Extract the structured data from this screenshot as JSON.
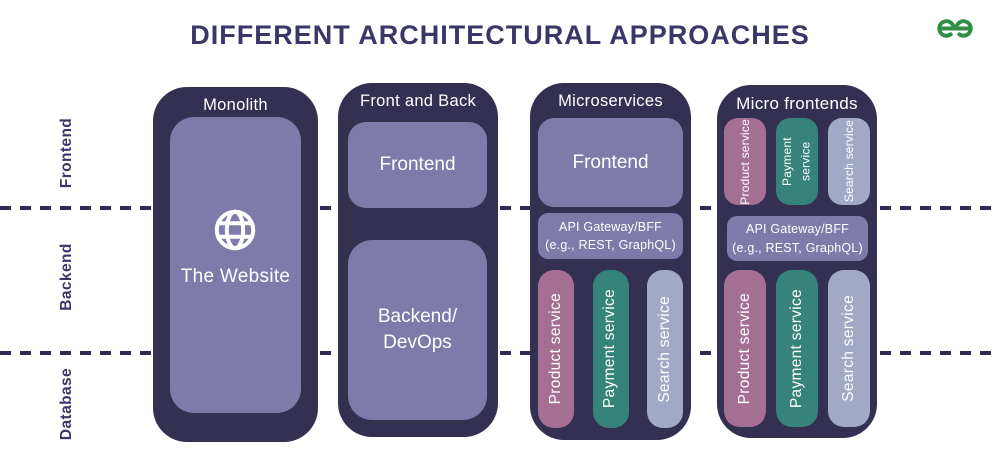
{
  "title": "DIFFERENT ARCHITECTURAL APPROACHES",
  "logo": {
    "icon": "geeksforgeeks-logo",
    "color": "#2F8D46"
  },
  "row_labels": [
    {
      "label": "Frontend"
    },
    {
      "label": "Backend"
    },
    {
      "label": "Database"
    }
  ],
  "columns": [
    {
      "title": "Monolith",
      "icon": "globe-icon",
      "website_label": "The Website"
    },
    {
      "title": "Front and Back",
      "frontend_label": "Frontend",
      "backend_line1": "Backend/",
      "backend_line2": "DevOps"
    },
    {
      "title": "Microservices",
      "frontend_label": "Frontend",
      "api_line1": "API Gateway/BFF",
      "api_line2": "(e.g., REST, GraphQL)",
      "services": [
        {
          "label": "Product service",
          "color": "#A56F94"
        },
        {
          "label": "Payment service",
          "color": "#35837A"
        },
        {
          "label": "Search service",
          "color": "#A3A9C5"
        }
      ]
    },
    {
      "title": "Micro frontends",
      "api_line1": "API Gateway/BFF",
      "api_line2": "(e.g., REST, GraphQL)",
      "services": [
        {
          "label": "Product service",
          "color": "#A56F94"
        },
        {
          "label": "Payment service",
          "color": "#35837A"
        },
        {
          "label": "Search service",
          "color": "#A3A9C5"
        }
      ]
    }
  ],
  "colors": {
    "background": "#FFFFFF",
    "container": "#333052",
    "inner_box": "#7E7AA9",
    "divider": "#2E2B50",
    "heading_text": "#3A3768",
    "box_text": "#FFFFFF"
  }
}
